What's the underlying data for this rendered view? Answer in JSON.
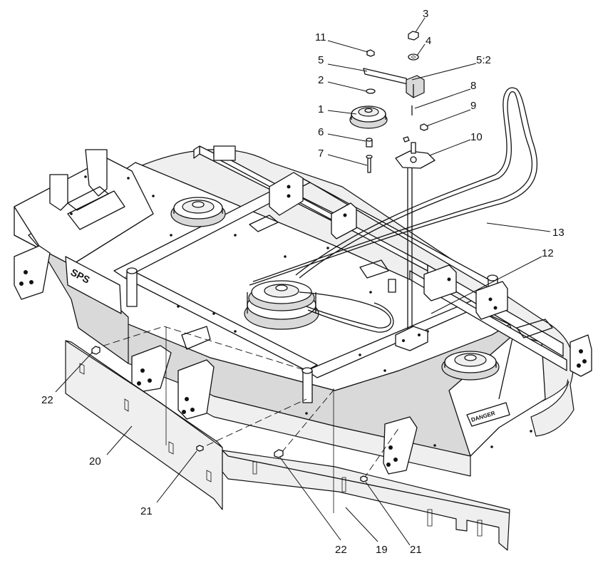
{
  "callouts": [
    {
      "id": "c1",
      "label": "1"
    },
    {
      "id": "c2",
      "label": "2"
    },
    {
      "id": "c3",
      "label": "3"
    },
    {
      "id": "c4",
      "label": "4"
    },
    {
      "id": "c5",
      "label": "5"
    },
    {
      "id": "c5b",
      "label": "5:2"
    },
    {
      "id": "c6",
      "label": "6"
    },
    {
      "id": "c7",
      "label": "7"
    },
    {
      "id": "c8",
      "label": "8"
    },
    {
      "id": "c9",
      "label": "9"
    },
    {
      "id": "c10",
      "label": "10"
    },
    {
      "id": "c11",
      "label": "11"
    },
    {
      "id": "c12",
      "label": "12"
    },
    {
      "id": "c13",
      "label": "13"
    },
    {
      "id": "c19",
      "label": "19"
    },
    {
      "id": "c20",
      "label": "20"
    },
    {
      "id": "c21a",
      "label": "21"
    },
    {
      "id": "c21b",
      "label": "21"
    },
    {
      "id": "c22a",
      "label": "22"
    },
    {
      "id": "c22b",
      "label": "22"
    }
  ],
  "decal_text": {
    "danger": "DANGER",
    "brand": "SPS"
  }
}
